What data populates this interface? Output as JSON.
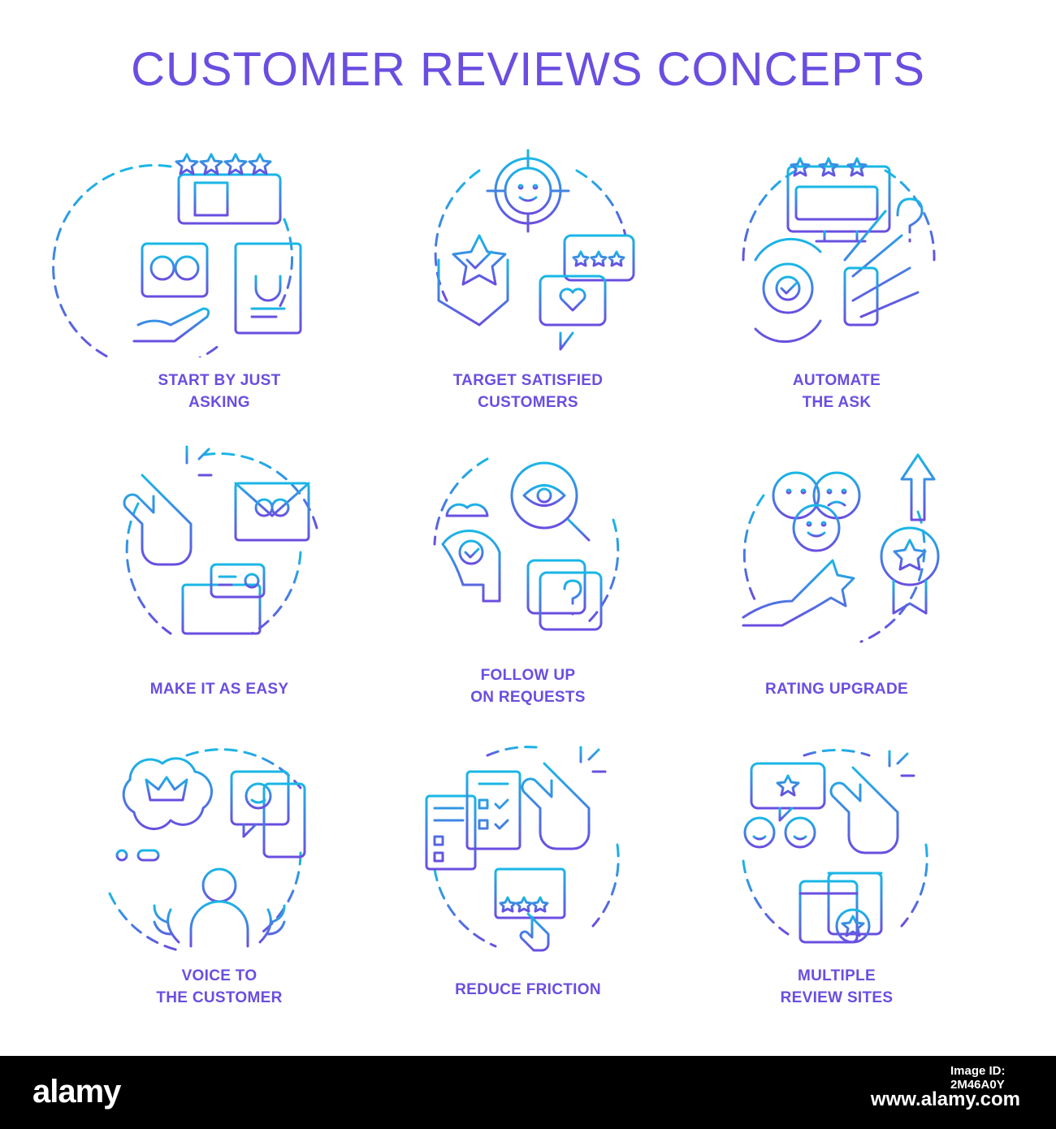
{
  "title": "CUSTOMER REVIEWS CONCEPTS",
  "colors": {
    "accent_start": "#19b7e6",
    "accent_end": "#6a4ee0",
    "title": "#6a4ee0"
  },
  "concepts": [
    {
      "line1": "START BY JUST",
      "line2": "ASKING",
      "icon": "qr-review-feedback-icon"
    },
    {
      "line1": "TARGET SATISFIED",
      "line2": "CUSTOMERS",
      "icon": "target-smile-icon"
    },
    {
      "line1": "AUTOMATE",
      "line2": "THE ASK",
      "icon": "robot-automation-icon"
    },
    {
      "line1": "MAKE IT AS EASY",
      "line2": "",
      "icon": "click-email-laptop-icon"
    },
    {
      "line1": "FOLLOW UP",
      "line2": "ON REQUESTS",
      "icon": "follow-up-eye-icon"
    },
    {
      "line1": "RATING UPGRADE",
      "line2": "",
      "icon": "rating-upgrade-icon"
    },
    {
      "line1": "VOICE TO",
      "line2": "THE CUSTOMER",
      "icon": "voice-customer-icon"
    },
    {
      "line1": "REDUCE FRICTION",
      "line2": "",
      "icon": "checklist-click-icon"
    },
    {
      "line1": "MULTIPLE",
      "line2": "REVIEW SITES",
      "icon": "review-sites-icon"
    }
  ],
  "footer": {
    "brand": "alamy",
    "image_id": "Image ID: 2M46A0Y",
    "url": "www.alamy.com"
  }
}
